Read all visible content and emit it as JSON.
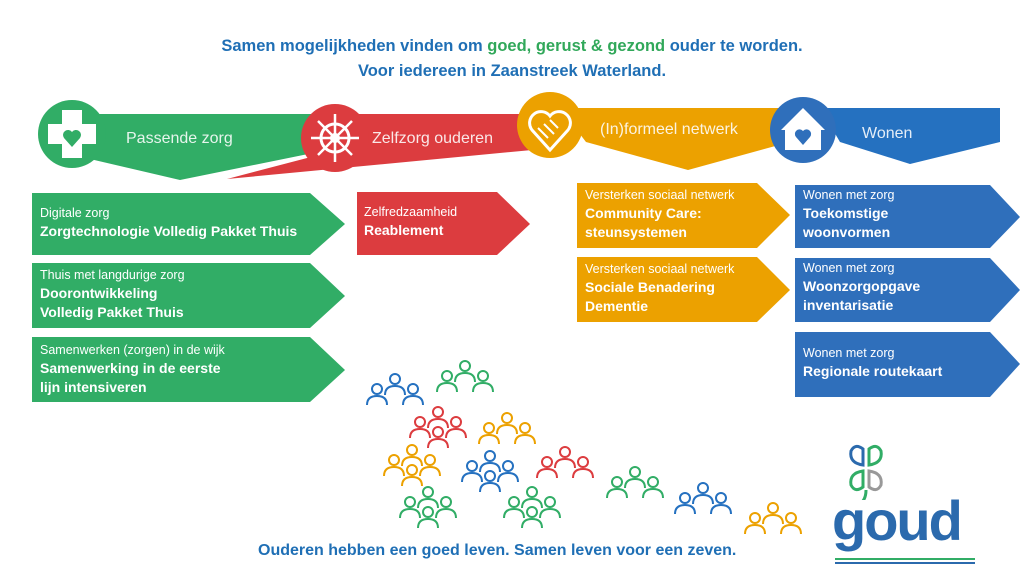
{
  "header": {
    "line1_a": "Samen mogelijkheden vinden om ",
    "line1_b": "goed, gerust & gezond",
    "line1_c": " ouder te worden.",
    "line2": "Voor iedereen in Zaanstreek Waterland."
  },
  "colors": {
    "green": "#31ad66",
    "red": "#dc3c3f",
    "orange": "#eca100",
    "blue": "#2571c0",
    "blue_box": "#2f6fbb"
  },
  "pillars": [
    {
      "label": "Passende zorg",
      "icon": "medical-cross-heart-icon"
    },
    {
      "label": "Zelfzorg ouderen",
      "icon": "ship-wheel-icon"
    },
    {
      "label": "(In)formeel netwerk",
      "icon": "handshake-heart-icon"
    },
    {
      "label": "Wonen",
      "icon": "house-heart-icon"
    }
  ],
  "boxes": {
    "green": [
      {
        "sub": "Digitale zorg",
        "main": "Zorgtechnologie Volledig Pakket Thuis"
      },
      {
        "sub": "Thuis met langdurige zorg",
        "main": "Doorontwikkeling\nVolledig Pakket Thuis"
      },
      {
        "sub": "Samenwerken (zorgen) in de wijk",
        "main": "Samenwerking in de eerste\nlijn intensiveren"
      }
    ],
    "red": [
      {
        "sub": "Zelfredzaamheid",
        "main": "Reablement"
      }
    ],
    "orange": [
      {
        "sub": "Versterken sociaal netwerk",
        "main": "Community Care:\nsteunsystemen"
      },
      {
        "sub": "Versterken sociaal netwerk",
        "main": "Sociale Benadering\nDementie"
      }
    ],
    "blue": [
      {
        "sub": "Wonen met zorg",
        "main": "Toekomstige\nwoonvormen"
      },
      {
        "sub": "Wonen met zorg",
        "main": "Woonzorgopgave\ninventarisatie"
      },
      {
        "sub": "Wonen met zorg",
        "main": "Regionale routekaart"
      }
    ]
  },
  "footer": "Ouderen hebben een goed leven. Samen leven voor een zeven.",
  "logo": {
    "text": "goud"
  }
}
